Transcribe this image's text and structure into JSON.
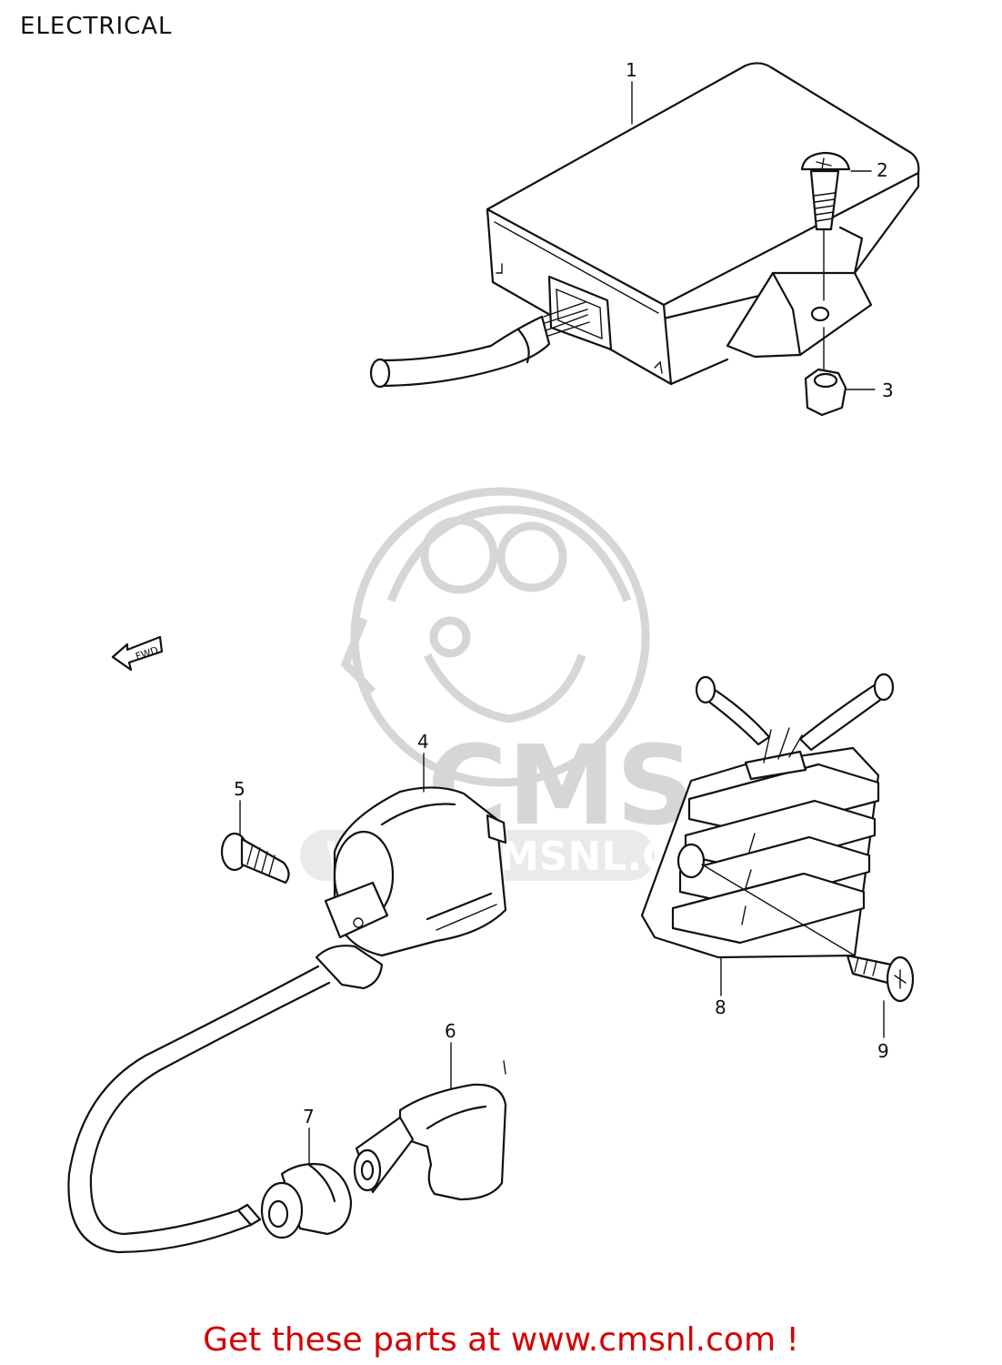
{
  "page": {
    "title": "ELECTRICAL",
    "footer_link": "Get these parts at www.cmsnl.com !"
  },
  "watermark": {
    "brand": "CMS",
    "url": "WWW.CMSNL.COM"
  },
  "direction_arrow": {
    "label": "FWD"
  },
  "callouts": [
    {
      "id": "1",
      "label": "1"
    },
    {
      "id": "2",
      "label": "2"
    },
    {
      "id": "3",
      "label": "3"
    },
    {
      "id": "4",
      "label": "4"
    },
    {
      "id": "5",
      "label": "5"
    },
    {
      "id": "6",
      "label": "6"
    },
    {
      "id": "7",
      "label": "7"
    },
    {
      "id": "8",
      "label": "8"
    },
    {
      "id": "9",
      "label": "9"
    }
  ],
  "colors": {
    "footer_link": "#d40000",
    "line_art": "#111111",
    "watermark": "#d6d6d6"
  }
}
